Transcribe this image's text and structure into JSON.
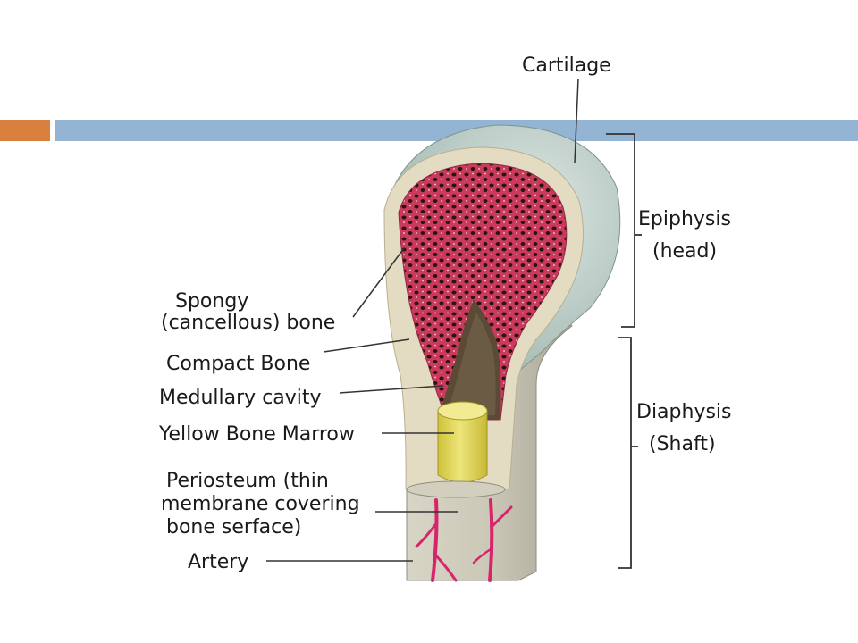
{
  "theme": {
    "accent_orange": "#d9803f",
    "accent_blue": "#94b4d4",
    "cartilage": "#b7c9c3",
    "compact_bone": "#e4dcc2",
    "shaft": "#c9c6b7",
    "spongy_bg": "#c93a5c",
    "spongy_holes": "#2a1410",
    "marrow": "#e0d45a",
    "artery": "#d8246a",
    "line": "#333333"
  },
  "labels": {
    "cartilage": "Cartilage",
    "spongy_line1": "Spongy",
    "spongy_line2": "(cancellous) bone",
    "compact": "Compact Bone",
    "medullary": "Medullary cavity",
    "yellow_marrow": "Yellow Bone Marrow",
    "periosteum_line1": "Periosteum (thin",
    "periosteum_line2": "membrane covering",
    "periosteum_line3": "bone serface)",
    "artery": "Artery",
    "epiphysis_line1": "Epiphysis",
    "epiphysis_line2": "(head)",
    "diaphysis_line1": "Diaphysis",
    "diaphysis_line2": "(Shaft)"
  }
}
